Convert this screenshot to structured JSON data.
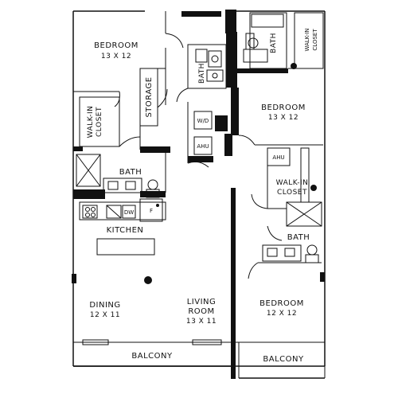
{
  "rooms": {
    "bedroom_top_left": {
      "name": "BEDROOM",
      "size": "13 X 12"
    },
    "storage": {
      "name": "STORAGE"
    },
    "walk_in_closet_left": {
      "line1": "WALK-IN",
      "line2": "CLOSET"
    },
    "bath_center": {
      "name": "BATH"
    },
    "bath_top_right": {
      "name": "BATH"
    },
    "walk_in_closet_top_right": {
      "line1": "WALK-IN",
      "line2": "CLOSET"
    },
    "bedroom_right": {
      "name": "BEDROOM",
      "size": "13 X 12"
    },
    "bath_left": {
      "name": "BATH"
    },
    "walk_in_closet_right": {
      "line1": "WALK-IN",
      "line2": "CLOSET"
    },
    "bath_right": {
      "name": "BATH"
    },
    "kitchen": {
      "name": "KITCHEN"
    },
    "dining": {
      "name": "DINING",
      "size": "12 X 11"
    },
    "living_room": {
      "line1": "LIVING",
      "line2": "ROOM",
      "size": "13 X 11"
    },
    "bedroom_bottom_right": {
      "name": "BEDROOM",
      "size": "12 X 12"
    },
    "balcony_left": {
      "name": "BALCONY"
    },
    "balcony_right": {
      "name": "BALCONY"
    }
  },
  "fixtures": {
    "washer_dryer": "W/D",
    "ahu_left": "AHU",
    "ahu_right": "AHU",
    "dishwasher": "DW",
    "fridge": "F"
  }
}
